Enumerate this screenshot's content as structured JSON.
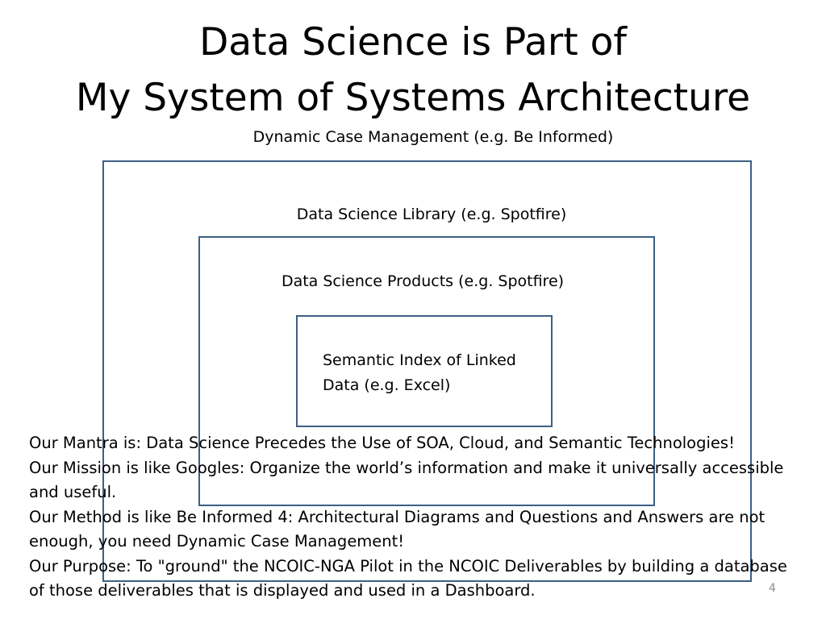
{
  "slide": {
    "title_line1": "Data Science is Part of",
    "title_line2": "My System of Systems Architecture",
    "number": "4"
  },
  "diagram": {
    "outer_label": "Dynamic Case Management (e.g. Be Informed)",
    "middle_label": "Data Science Library (e.g. Spotfire)",
    "products_label": "Data Science Products (e.g. Spotfire)",
    "inner_label": "Semantic Index of Linked Data (e.g. Excel)",
    "box_color": "#3d5f85"
  },
  "body": {
    "mantra": "Our Mantra is: Data Science Precedes the Use of SOA, Cloud, and Semantic Technologies!",
    "mission": "Our Mission is like Googles: Organize the world’s information and make it universally accessible and useful.",
    "method": "Our Method is like Be Informed 4: Architectural Diagrams and Questions and Answers are not enough, you need Dynamic Case Management!",
    "purpose": "Our Purpose: To \"ground\" the NCOIC-NGA Pilot in the NCOIC Deliverables by building a database of those deliverables that is displayed and used in a Dashboard."
  }
}
